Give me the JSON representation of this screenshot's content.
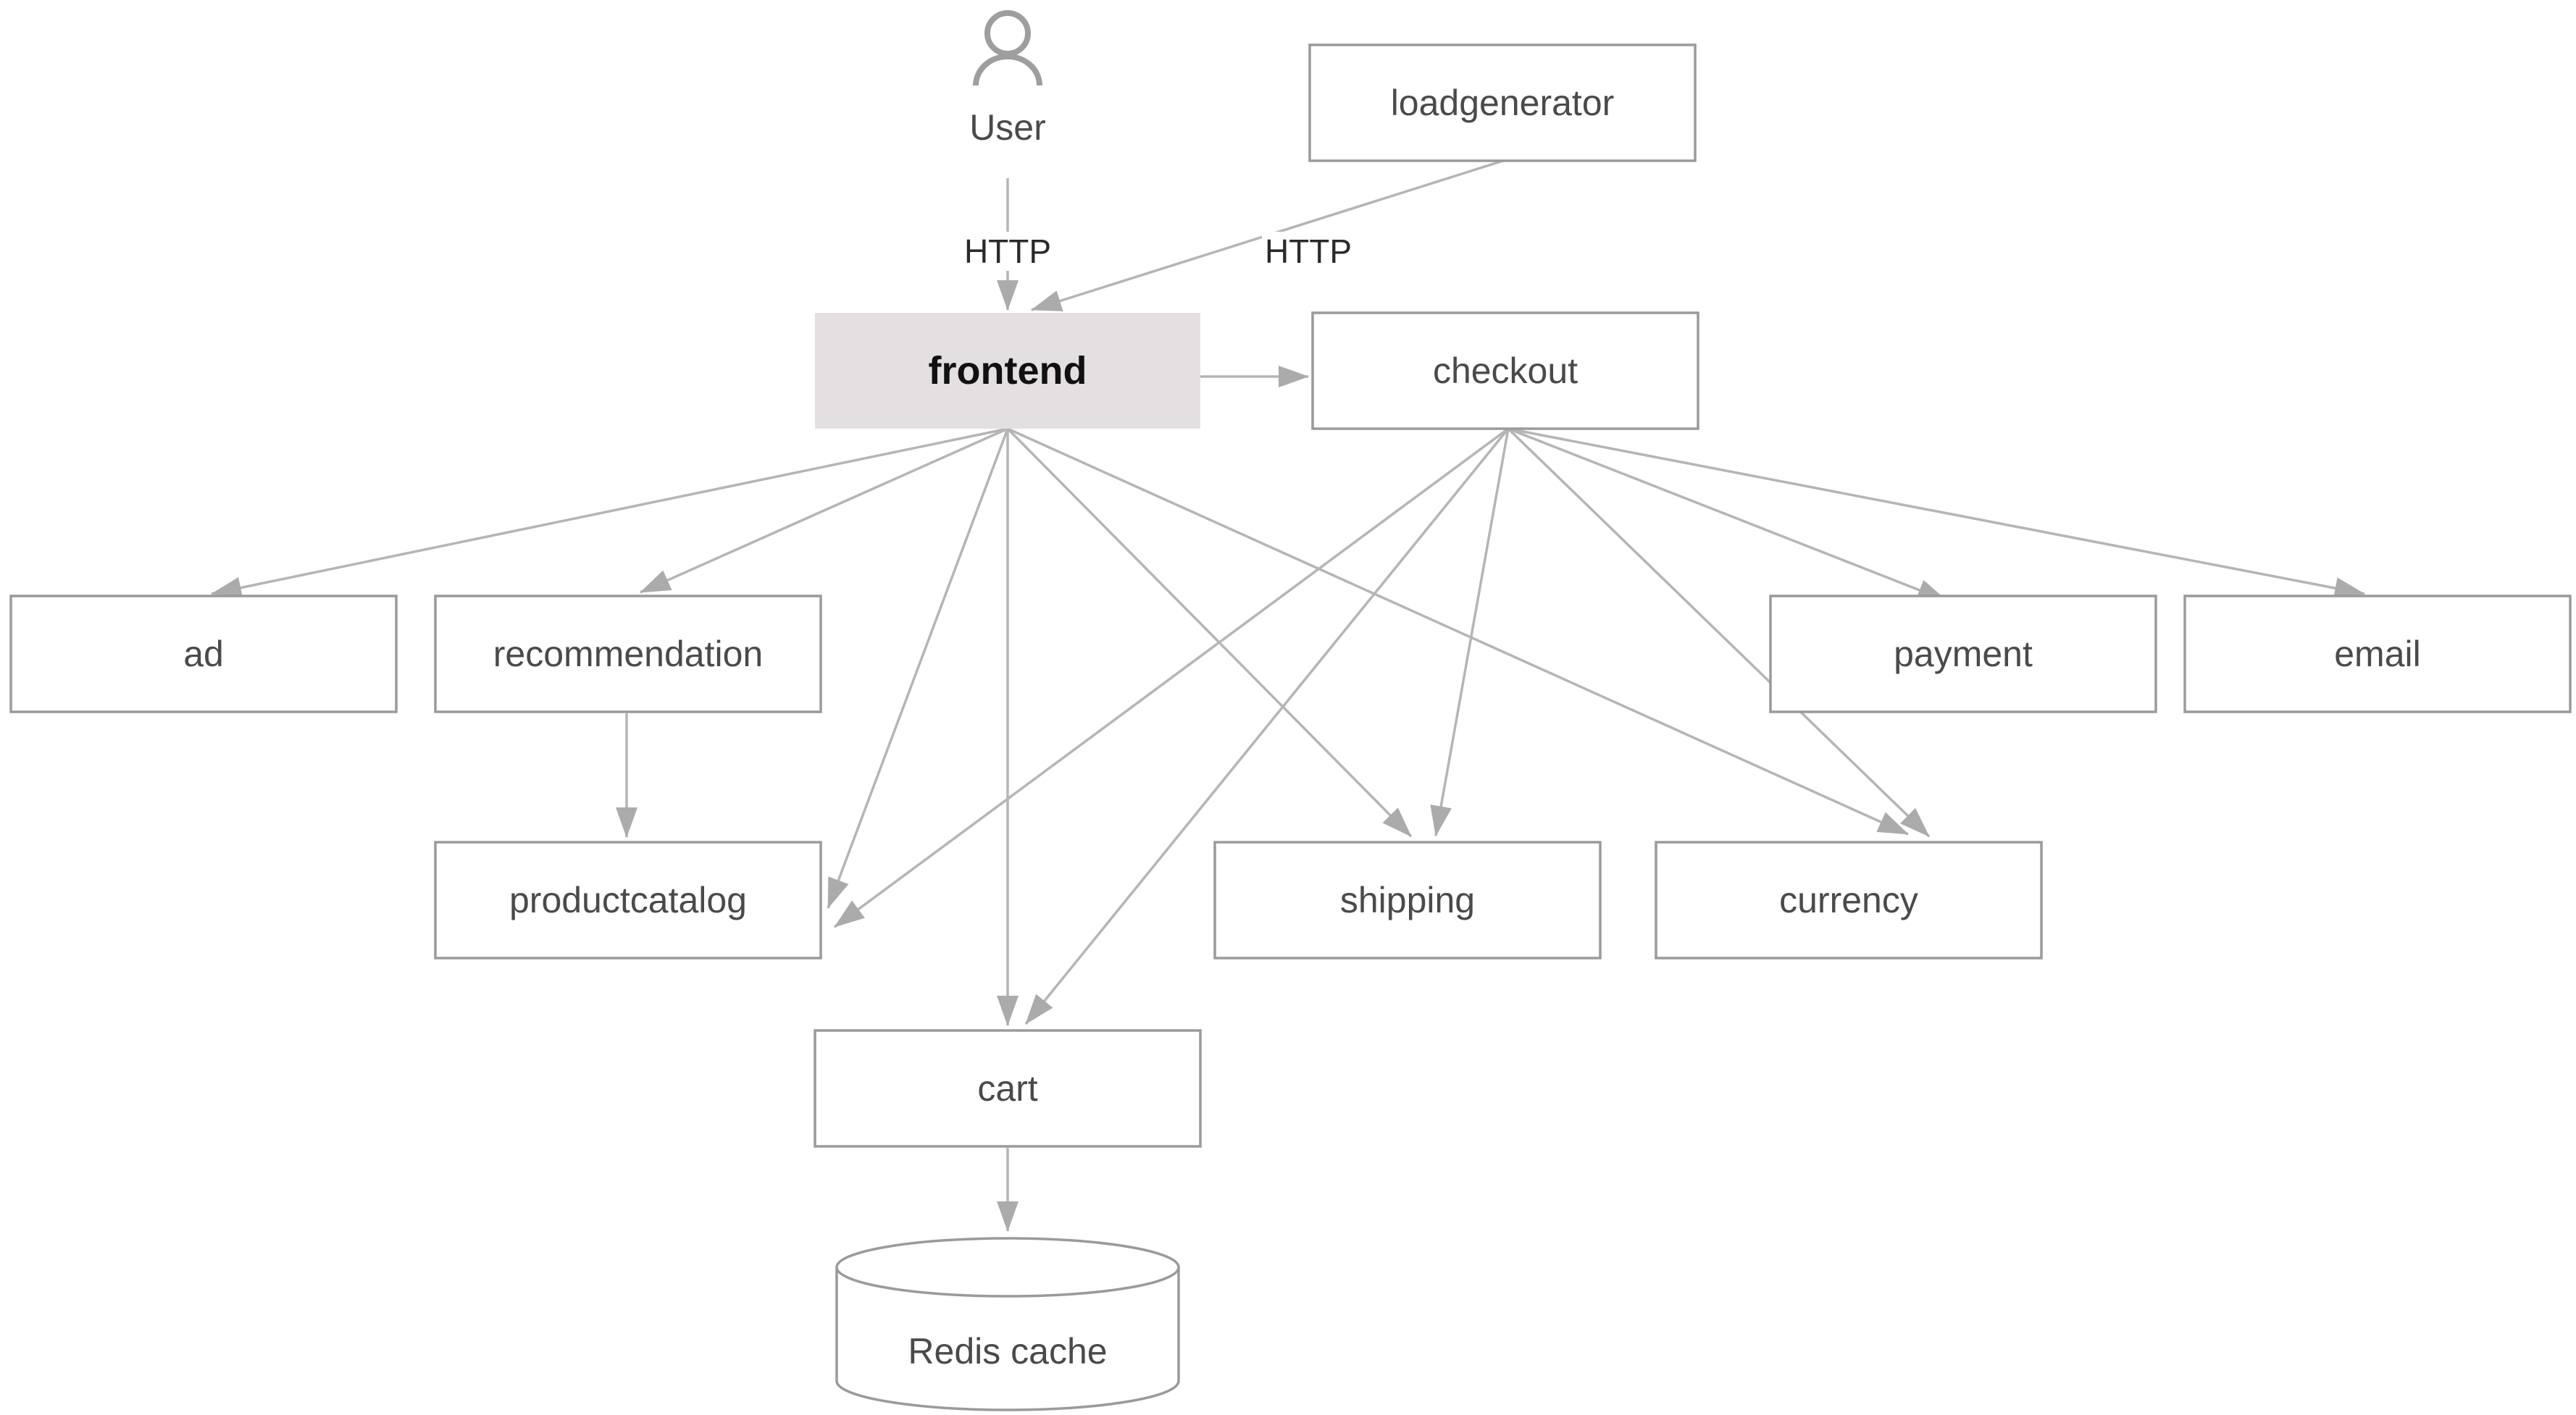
{
  "diagram": {
    "type": "microservices-architecture",
    "colors": {
      "background": "#ffffff",
      "node_border": "#9a9a9a",
      "node_fill": "#ffffff",
      "highlight_fill": "#e4dfe1",
      "edge": "#b5b5b5",
      "arrowhead": "#ababab",
      "label_text": "#4a4a4a",
      "highlight_text": "#111111",
      "edge_label_text": "#2a2a2a",
      "actor_icon": "#9e9e9e"
    },
    "nodes": {
      "user": {
        "label": "User",
        "type": "actor"
      },
      "loadgenerator": {
        "label": "loadgenerator",
        "type": "service"
      },
      "frontend": {
        "label": "frontend",
        "type": "service",
        "highlighted": true
      },
      "checkout": {
        "label": "checkout",
        "type": "service"
      },
      "ad": {
        "label": "ad",
        "type": "service"
      },
      "recommendation": {
        "label": "recommendation",
        "type": "service"
      },
      "payment": {
        "label": "payment",
        "type": "service"
      },
      "email": {
        "label": "email",
        "type": "service"
      },
      "productcatalog": {
        "label": "productcatalog",
        "type": "service"
      },
      "shipping": {
        "label": "shipping",
        "type": "service"
      },
      "currency": {
        "label": "currency",
        "type": "service"
      },
      "cart": {
        "label": "cart",
        "type": "service"
      },
      "redis_cache": {
        "label": "Redis cache",
        "type": "database"
      }
    },
    "edges": [
      {
        "from": "user",
        "to": "frontend",
        "label": "HTTP"
      },
      {
        "from": "loadgenerator",
        "to": "frontend",
        "label": "HTTP"
      },
      {
        "from": "frontend",
        "to": "checkout"
      },
      {
        "from": "frontend",
        "to": "ad"
      },
      {
        "from": "frontend",
        "to": "recommendation"
      },
      {
        "from": "frontend",
        "to": "productcatalog"
      },
      {
        "from": "frontend",
        "to": "cart"
      },
      {
        "from": "frontend",
        "to": "shipping"
      },
      {
        "from": "frontend",
        "to": "currency"
      },
      {
        "from": "checkout",
        "to": "productcatalog"
      },
      {
        "from": "checkout",
        "to": "cart"
      },
      {
        "from": "checkout",
        "to": "shipping"
      },
      {
        "from": "checkout",
        "to": "currency"
      },
      {
        "from": "checkout",
        "to": "payment"
      },
      {
        "from": "checkout",
        "to": "email"
      },
      {
        "from": "recommendation",
        "to": "productcatalog"
      },
      {
        "from": "cart",
        "to": "redis_cache"
      }
    ]
  }
}
